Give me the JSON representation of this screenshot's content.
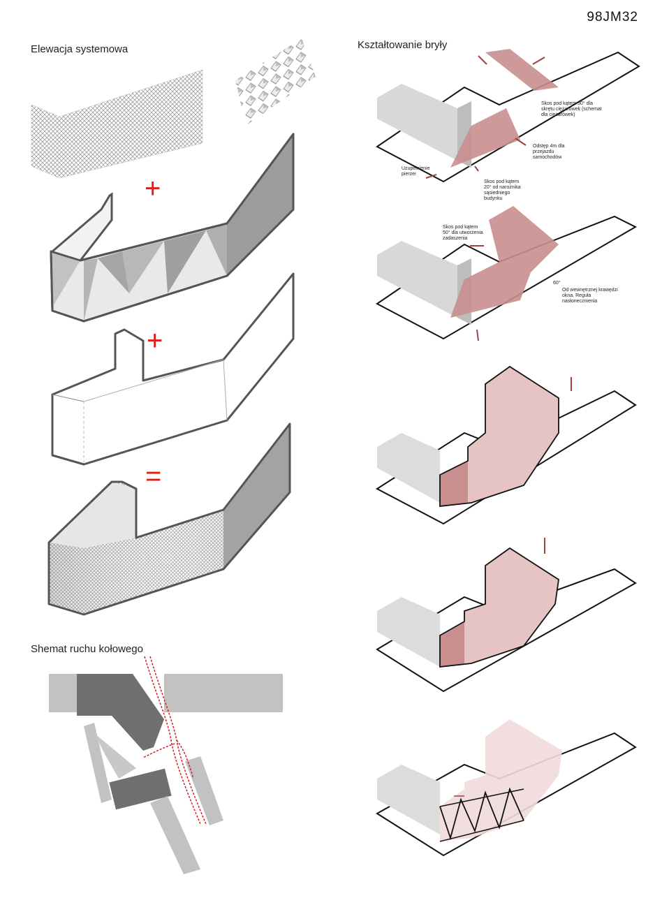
{
  "code": "98JM32",
  "left": {
    "title_elevation": "Elewacja systemowa",
    "title_traffic": "Shemat ruchu kołowego",
    "symbols": [
      "+",
      "+",
      "="
    ]
  },
  "right": {
    "title": "Kształtowanie bryły",
    "notes_step1": [
      "Skos pod kątem 50° dla skrętu ciężarówek (schemat dla ciężarówek)",
      "Odstęp 4m dla przejazdu samochodów",
      "Uzupełnienie pierzei",
      "Skos pod kątem 20° od narożnika sąsiedniego budynku"
    ],
    "notes_step2": [
      "Skos pod kątem 50° dla utworzenia zadaszenia",
      "60°",
      "Od wewnętrznej krawędzi okna. Reguła nasłonecznienia"
    ]
  },
  "colors": {
    "accent": "#e21b1b",
    "volume": "#c98e8e",
    "arrow": "#a0403f",
    "gray": "#9a9a9a"
  }
}
